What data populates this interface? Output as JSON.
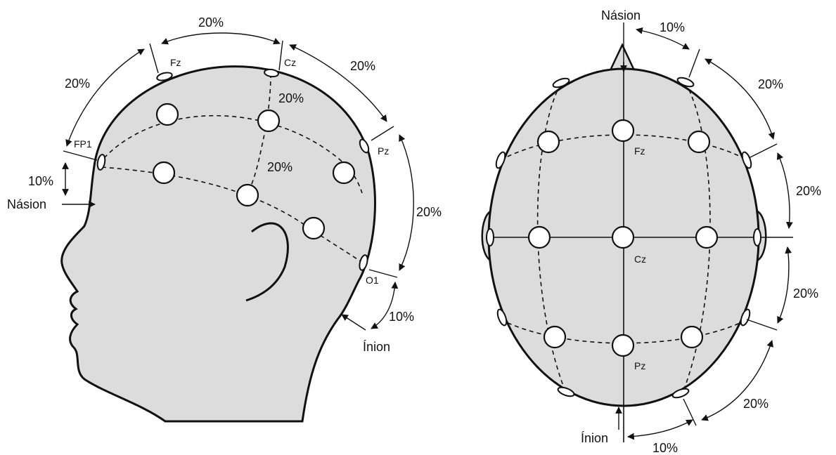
{
  "side_view": {
    "landmarks": {
      "nasion": "Násion",
      "inion": "Ínion"
    },
    "electrodes": {
      "fz": "Fz",
      "cz": "Cz",
      "pz": "Pz",
      "fp1": "FP1",
      "o1": "O1"
    },
    "percentages": {
      "top_fz_cz": "20%",
      "cz_pz": "20%",
      "fp1_fz": "20%",
      "inner_cz": "20%",
      "inner_mid": "20%",
      "pz_o1": "20%",
      "nasion_fp1": "10%",
      "o1_inion": "10%"
    }
  },
  "top_view": {
    "landmarks": {
      "nasion": "Násion",
      "inion": "Ínion"
    },
    "electrodes": {
      "fz": "Fz",
      "cz": "Cz",
      "pz": "Pz"
    },
    "percentages": {
      "nasion_front": "10%",
      "right_upper": "20%",
      "right_mid_upper": "20%",
      "right_mid_lower": "20%",
      "right_lower": "20%",
      "inion_back": "10%"
    }
  }
}
